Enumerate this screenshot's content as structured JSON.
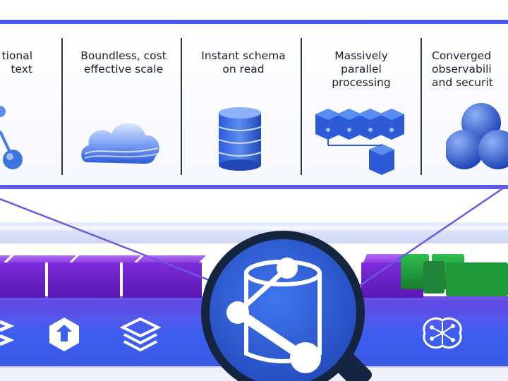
{
  "features": [
    {
      "label": "tional\ntext",
      "icon": "relational-graph-icon"
    },
    {
      "label": "Boundless, cost\neffective scale",
      "icon": "cloud-icon"
    },
    {
      "label": "Instant schema\non read",
      "icon": "database-cylinder-icon"
    },
    {
      "label": "Massively\nparallel\nprocessing",
      "icon": "parallel-cubes-icon"
    },
    {
      "label": "Converged\nobservabili\nand securit",
      "icon": "converged-spheres-icon"
    }
  ],
  "bottom_icons": [
    "stack-icon",
    "arrow-tile-icon",
    "layers-icon",
    "brain-network-icon"
  ],
  "center_icon": "database-graph-magnifier-icon",
  "colors": {
    "accent_blue": "#4a5be8",
    "purple_block": "#7d2bd9",
    "green_block": "#1f9a3a",
    "magnifier_fill": "#2d5bd8",
    "magnifier_ring": "#15243f"
  }
}
